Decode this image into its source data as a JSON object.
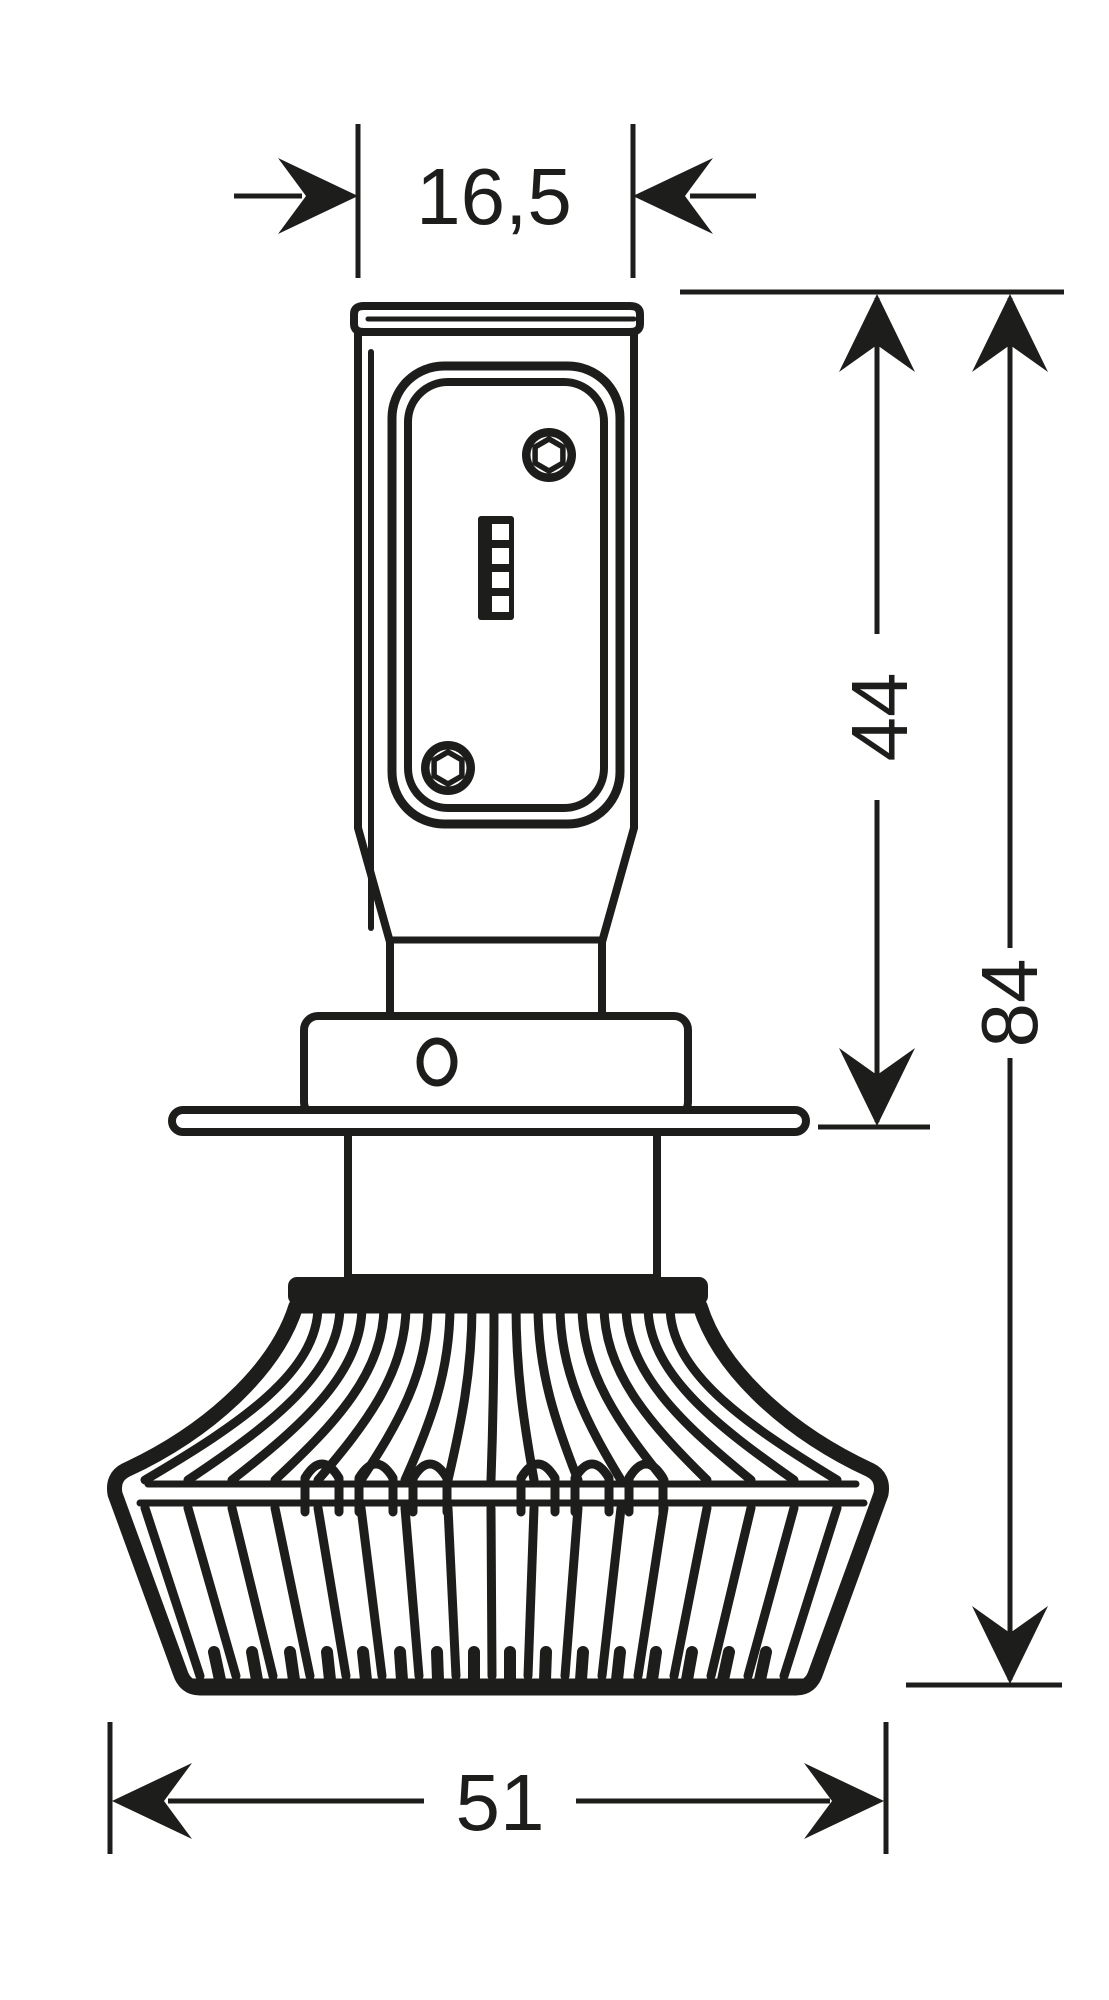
{
  "colors": {
    "line": "#1d1d1b",
    "background": "#ffffff"
  },
  "dimensions": {
    "top_width": "16,5",
    "upper_section_length": "44",
    "overall_length": "84",
    "heatsink_width": "51"
  }
}
